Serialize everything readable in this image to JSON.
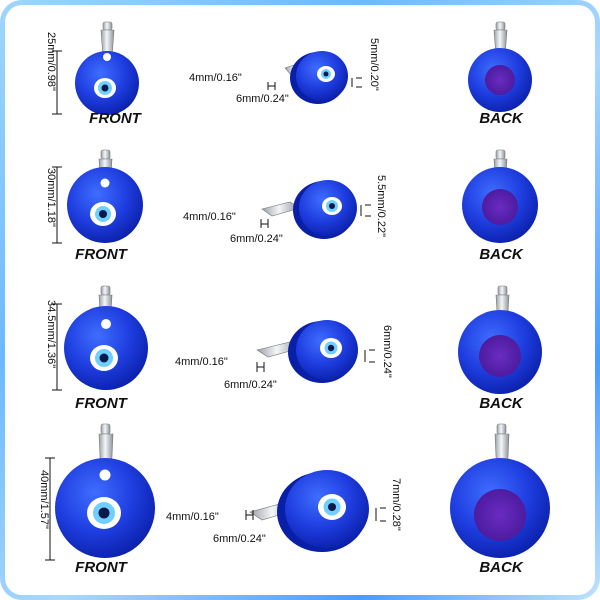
{
  "rows": [
    {
      "size_label": "25mm/0.98\"",
      "front_label": "FRONT",
      "back_label": "BACK",
      "hole_label": "4mm/0.16\"",
      "bail_label": "6mm/0.24\"",
      "thickness_label": "5mm/0.20\""
    },
    {
      "size_label": "30mm/1.18\"",
      "front_label": "FRONT",
      "back_label": "BACK",
      "hole_label": "4mm/0.16\"",
      "bail_label": "6mm/0.24\"",
      "thickness_label": "5.5mm/0.22\""
    },
    {
      "size_label": "34.5mm/1.36\"",
      "front_label": "FRONT",
      "back_label": "BACK",
      "hole_label": "4mm/0.16\"",
      "bail_label": "6mm/0.24\"",
      "thickness_label": "6mm/0.24\""
    },
    {
      "size_label": "40mm/1.57\"",
      "front_label": "FRONT",
      "back_label": "BACK",
      "hole_label": "4mm/0.16\"",
      "bail_label": "6mm/0.24\"",
      "thickness_label": "7mm/0.28\""
    }
  ],
  "colors": {
    "glass": "#1f3ee0",
    "glass_dark": "#0a1fa8",
    "back_center": "#5a1fb0",
    "eye_light": "#6fd0ff",
    "silver": "#d9dde2"
  }
}
